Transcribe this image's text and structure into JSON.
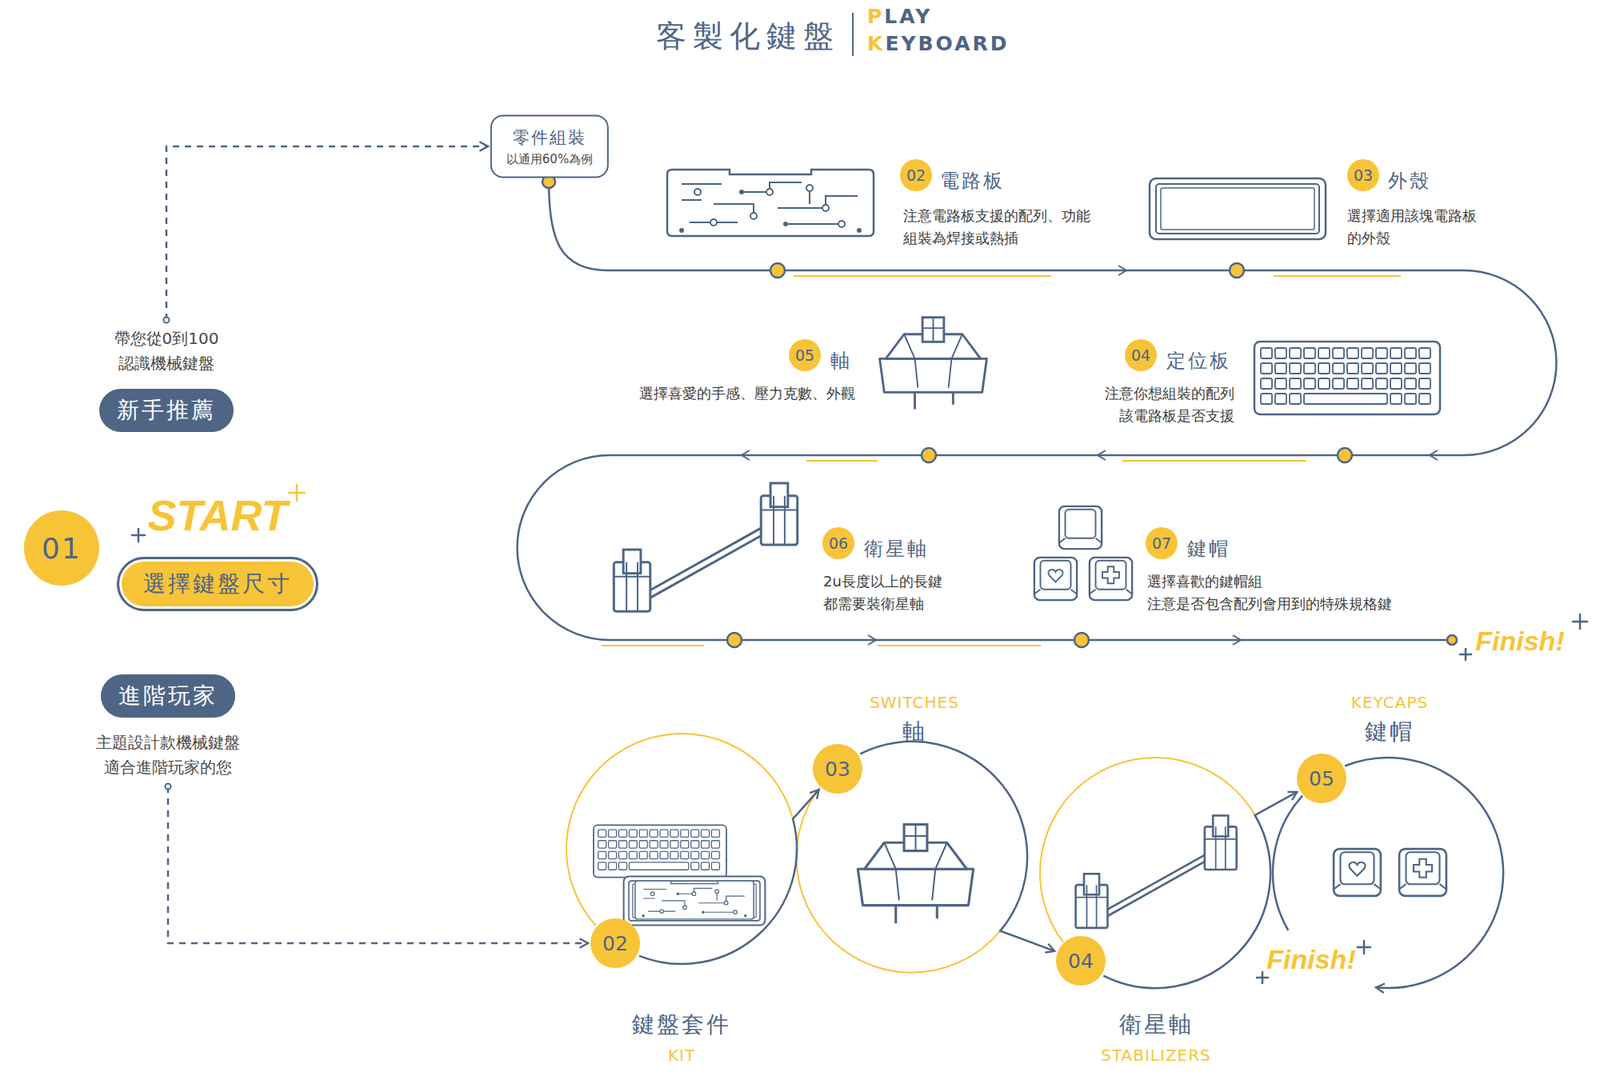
{
  "diagram": {
    "title": "客製化鍵盤",
    "nodes": [
      {
        "text": [
          "帶您從0到100 認識機械鍵盤",
          "新手推薦"
        ]
      },
      {
        "text": [
          "01"
        ]
      },
      {
        "text": [
          "選擇鍵盤尺寸"
        ]
      },
      {
        "text": [
          "進階玩家",
          "主題設計款機械鍵盤 適合進階玩家的您"
        ]
      },
      {
        "text": [
          "零件組裝",
          "以通用60%為例"
        ]
      },
      {
        "text": [
          "02",
          "電路板",
          "注意電路板支援的配列、功能 組裝為焊接或熱插"
        ]
      },
      {
        "text": [
          "03",
          "外殼",
          "選擇適用該塊電路板 的外殼"
        ]
      },
      {
        "text": [
          "04",
          "定位板",
          "注意你想組裝的配列 該電路板是否支援"
        ]
      },
      {
        "text": [
          "05",
          "軸",
          "選擇喜愛的手感、壓力克數、外觀"
        ]
      },
      {
        "text": [
          "06",
          "衛星軸",
          "2u長度以上的長鍵 都需要裝衛星軸"
        ]
      },
      {
        "text": [
          "07",
          "鍵帽",
          "選擇喜歡的鍵帽組 注意是否包含配列會用到的特殊規格鍵"
        ]
      },
      {
        "text": [
          "02",
          "鍵盤套件",
          "KIT"
        ]
      },
      {
        "text": [
          "03",
          "SWITCHES",
          "軸"
        ]
      },
      {
        "text": [
          "04",
          "衛星軸",
          "STABILIZERS"
        ]
      },
      {
        "text": [
          "05",
          "KEYCAPS",
          "鍵帽"
        ]
      }
    ],
    "edges": [
      {
        "from": 0,
        "to": 4,
        "arrow": "to"
      },
      {
        "from": 3,
        "to": 11,
        "arrow": "to"
      },
      {
        "from": 11,
        "to": 12,
        "arrow": "to"
      },
      {
        "from": 12,
        "to": 13,
        "arrow": "to"
      },
      {
        "from": 13,
        "to": 14,
        "arrow": "to"
      }
    ],
    "labels": [
      "PLAY",
      "KEYBOARD",
      "START",
      "Finish!",
      "Finish!"
    ]
  }
}
